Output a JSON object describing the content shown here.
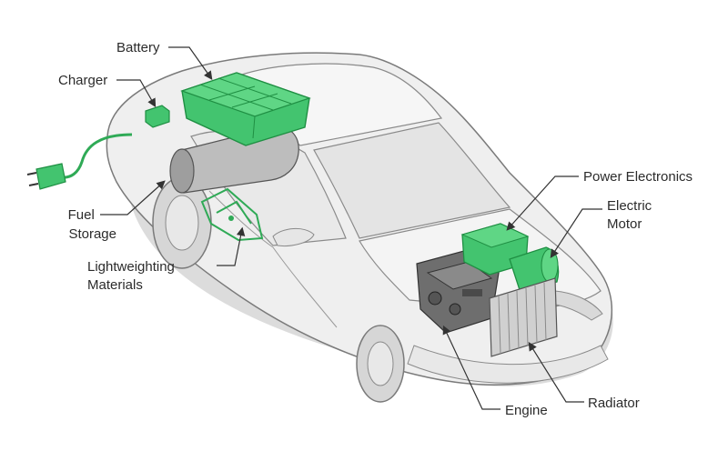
{
  "labels": {
    "battery": "Battery",
    "charger": "Charger",
    "fuel_storage": [
      "Fuel",
      "Storage"
    ],
    "lightweighting_materials": [
      "Lightweighting",
      "Materials"
    ],
    "power_electronics": "Power Electronics",
    "electric_motor": [
      "Electric",
      "Motor"
    ],
    "engine": "Engine",
    "radiator": "Radiator"
  },
  "colors": {
    "highlight": "#43c46f",
    "highlight_dark": "#1f8f43",
    "car_body": "#efefef",
    "car_outline": "#7a7a7a",
    "label_text": "#2b2b2b"
  },
  "icons": {
    "plug": "plug-icon"
  }
}
